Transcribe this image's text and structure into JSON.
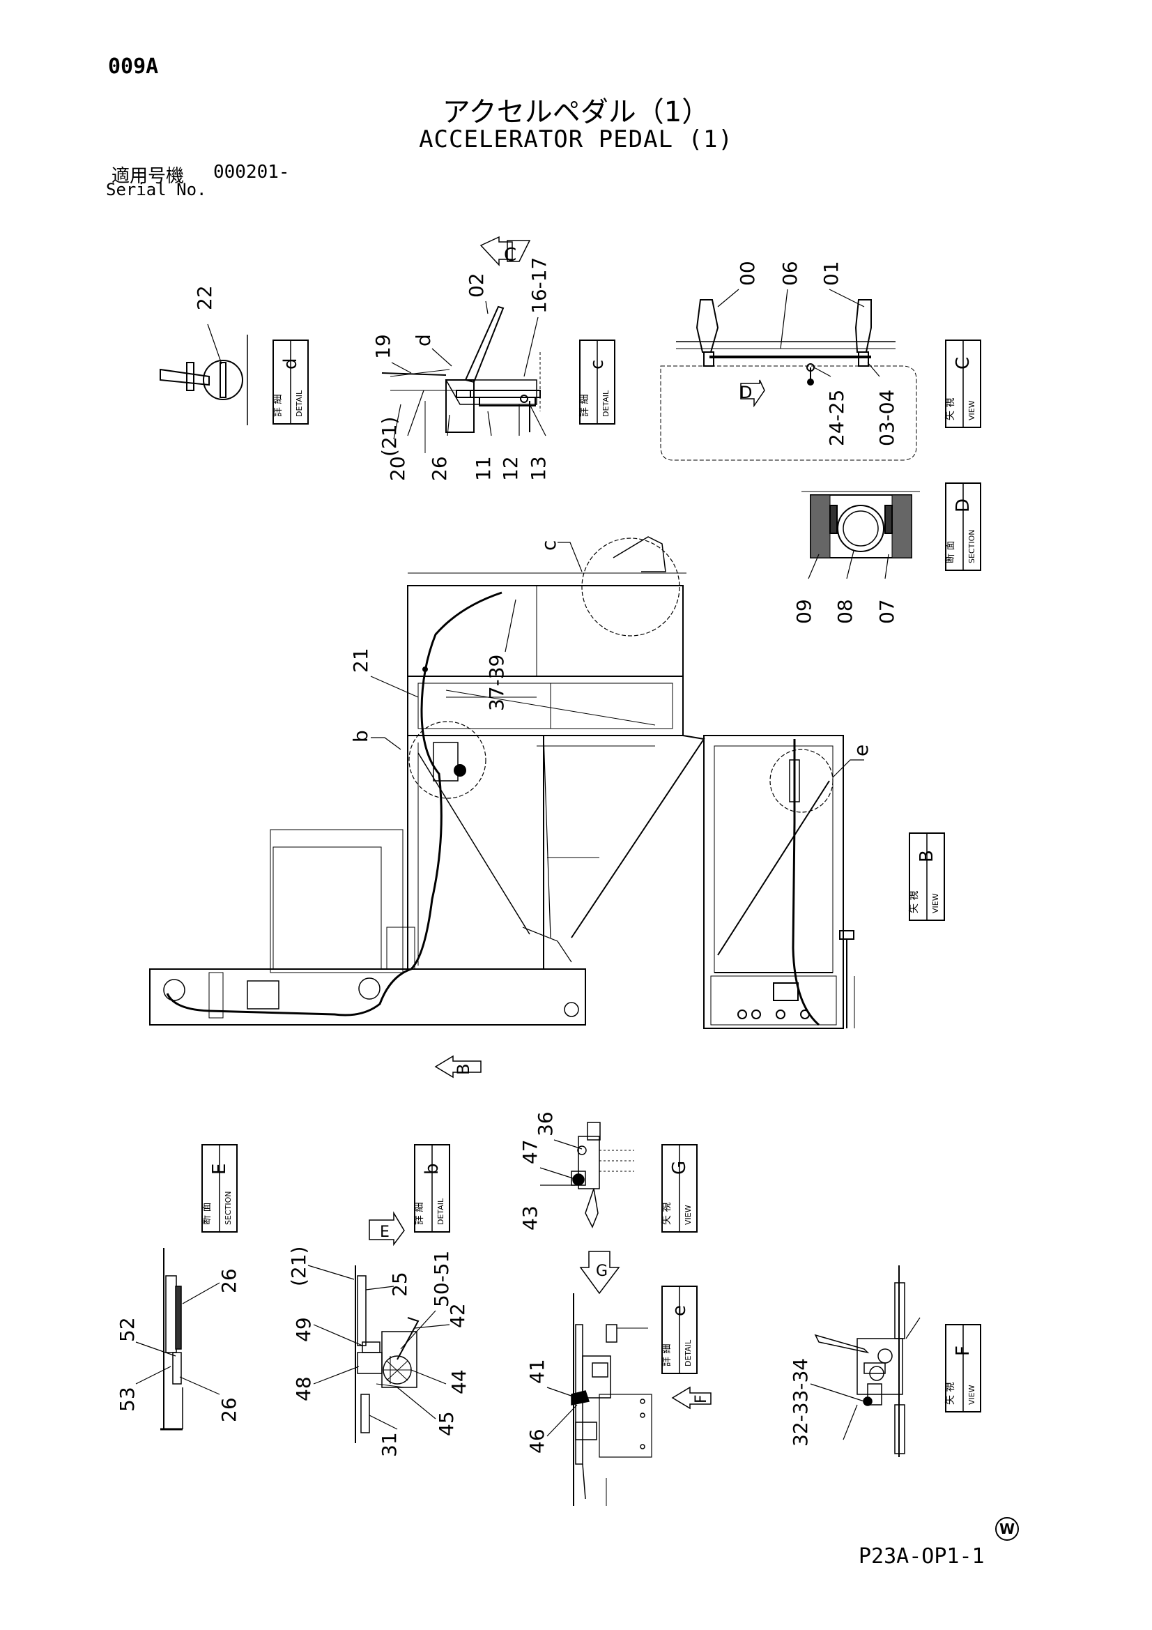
{
  "page": {
    "code": "009A",
    "title_jp": "アクセルペダル（1）",
    "title_en": "ACCELERATOR PEDAL (1)",
    "serial_label_jp": "適用号機",
    "serial_label_en": "Serial No.",
    "serial_value": "000201-",
    "drawing_code": "P23A-OP1-1",
    "corner_mark": "W"
  },
  "boxes": {
    "detail_d": {
      "jp": "詳 細",
      "en": "DETAIL",
      "letter": "d"
    },
    "detail_c": {
      "jp": "詳 細",
      "en": "DETAIL",
      "letter": "c"
    },
    "view_c": {
      "jp": "矢 視",
      "en": "VIEW",
      "letter": "C"
    },
    "section_d": {
      "jp": "断 面",
      "en": "SECTION",
      "letter": "D"
    },
    "view_b": {
      "jp": "矢 視",
      "en": "VIEW",
      "letter": "B"
    },
    "section_e": {
      "jp": "断 面",
      "en": "SECTION",
      "letter": "E"
    },
    "detail_b": {
      "jp": "詳 細",
      "en": "DETAIL",
      "letter": "b"
    },
    "view_g": {
      "jp": "矢 視",
      "en": "VIEW",
      "letter": "G"
    },
    "detail_e": {
      "jp": "詳 細",
      "en": "DETAIL",
      "letter": "e"
    },
    "view_f": {
      "jp": "矢 視",
      "en": "VIEW",
      "letter": "F"
    }
  },
  "arrows": {
    "c": "C",
    "d": "D",
    "b": "B",
    "e": "E",
    "g": "G",
    "f": "F"
  },
  "callouts": {
    "n22": "22",
    "n19": "19",
    "nd": "d",
    "n02": "02",
    "n1617": "16-17",
    "n21p": "(21)",
    "n20": "20",
    "n26": "26",
    "n11": "11",
    "n12": "12",
    "n13": "13",
    "n00": "00",
    "n06": "06",
    "n01": "01",
    "n2425": "24-25",
    "n0304": "03-04",
    "n09": "09",
    "n08": "08",
    "n07": "07",
    "nc": "c",
    "n21": "21",
    "n3739": "37-39",
    "nb": "b",
    "ne": "e",
    "n36": "36",
    "n47": "47",
    "n43": "43",
    "e26a": "26",
    "e52": "52",
    "e53": "53",
    "e26b": "26",
    "b21p": "(21)",
    "b25": "25",
    "b5051": "50-51",
    "b42": "42",
    "b49": "49",
    "b48": "48",
    "b44": "44",
    "b45": "45",
    "b31": "31",
    "n41": "41",
    "n46": "46",
    "n323334": "32-33-34"
  }
}
